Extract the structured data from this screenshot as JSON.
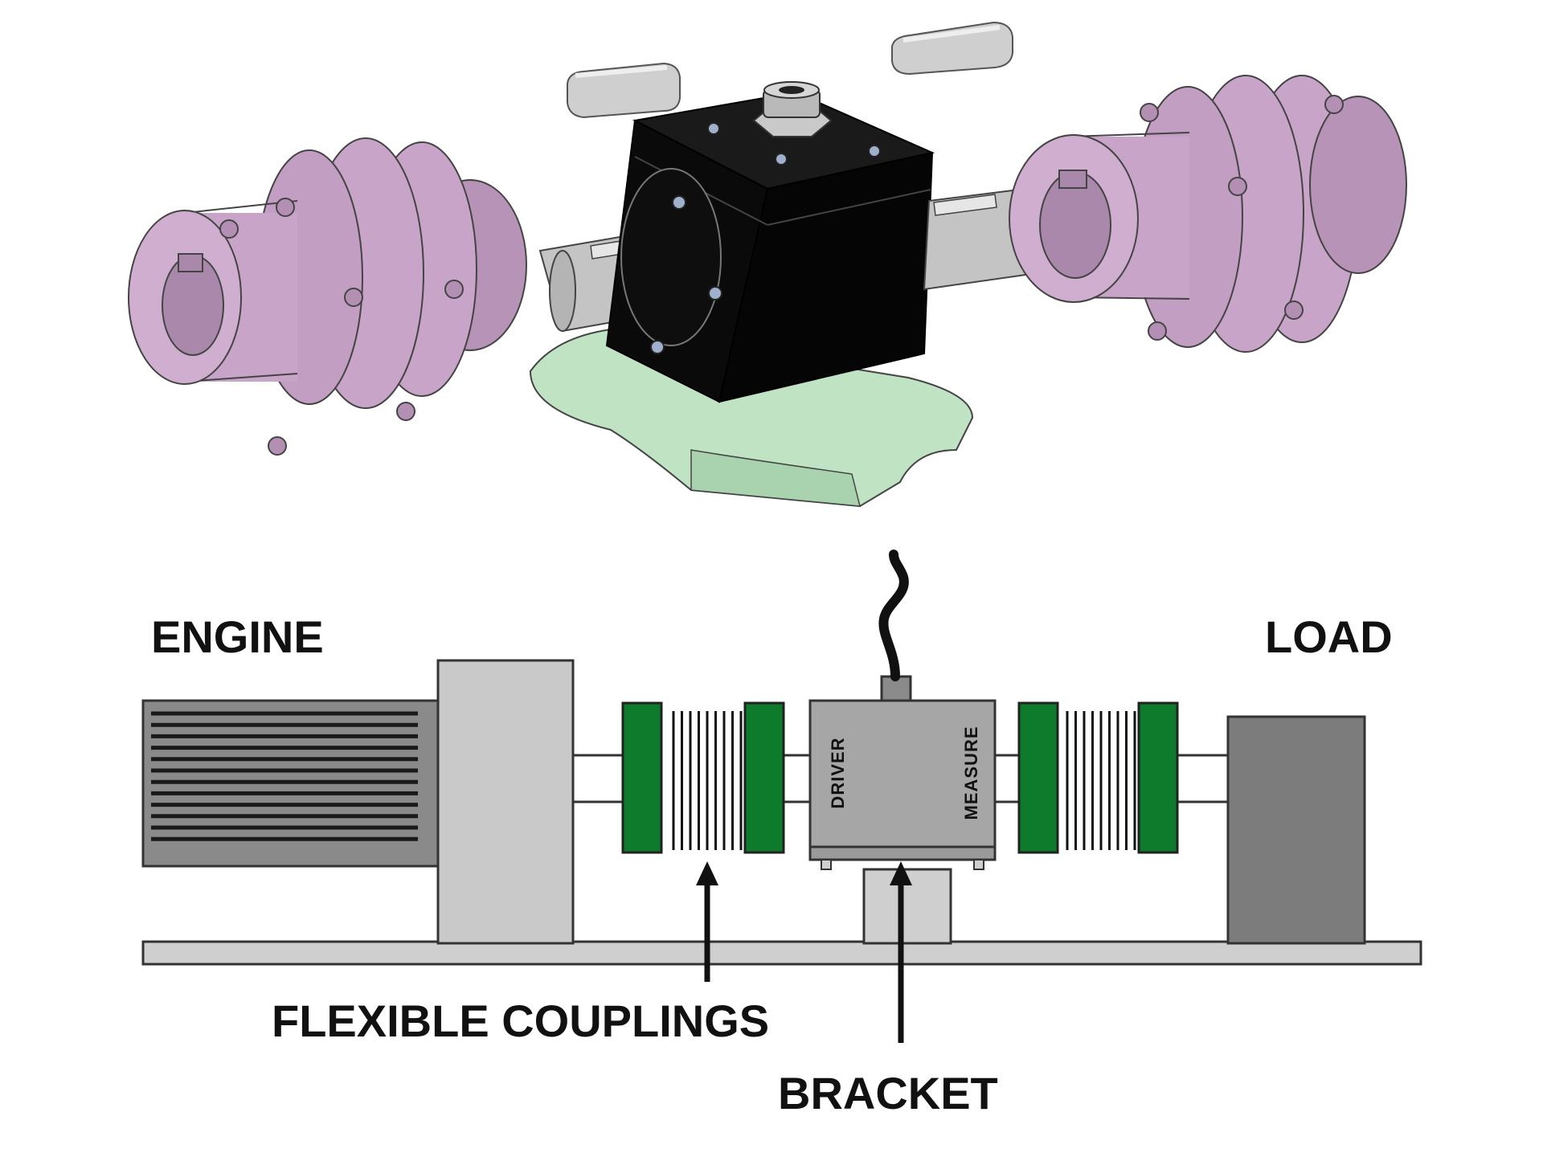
{
  "labels": {
    "engine": "ENGINE",
    "load": "LOAD",
    "flexible_couplings": "FLEXIBLE COUPLINGS",
    "bracket": "BRACKET",
    "driver": "DRIVER",
    "measure": "MEASURE"
  },
  "colors": {
    "coupling_purple": "#c8a4c8",
    "coupling_purple_dark": "#a27ea4",
    "sensor_black": "#0a0a0a",
    "shaft_gray": "#c4c4c4",
    "bracket_green_3d": "#bfe3c3",
    "coupling_green": "#0d7a2c",
    "engine_gray": "#8a8a8a",
    "block_light_gray": "#c9c9c9",
    "load_gray": "#7c7c7c",
    "sensor_gray": "#a6a6a6"
  }
}
